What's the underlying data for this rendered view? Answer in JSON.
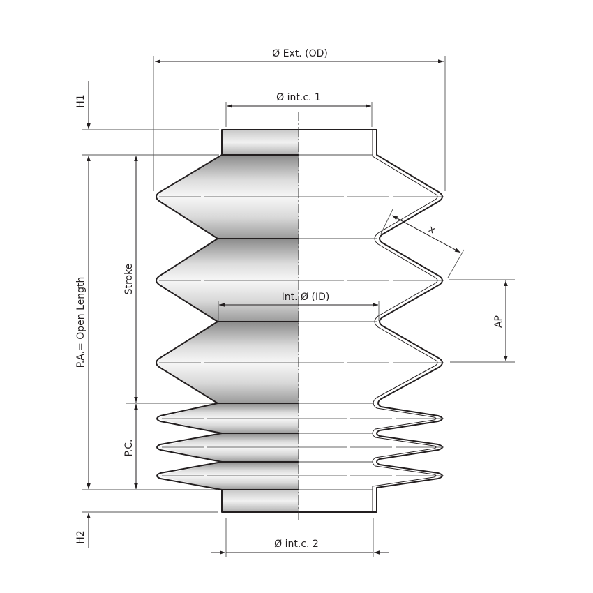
{
  "title": "Bellows dimension diagram",
  "labels": {
    "outer_diameter": "Ø Ext. (OD)",
    "inner_cuff_1": "Ø int.c. 1",
    "inner_cuff_2": "Ø int.c. 2",
    "inner_diameter": "Int. Ø (ID)",
    "h1": "H1",
    "h2": "H2",
    "open_length": "P.A.= Open Length",
    "stroke": "Stroke",
    "pc": "P.C.",
    "pitch": "AP",
    "wall": "x"
  },
  "colors": {
    "line": "#231f20",
    "shade_dark": "#8c8c8c",
    "shade_light": "#f4f4f4",
    "background": "#ffffff"
  }
}
